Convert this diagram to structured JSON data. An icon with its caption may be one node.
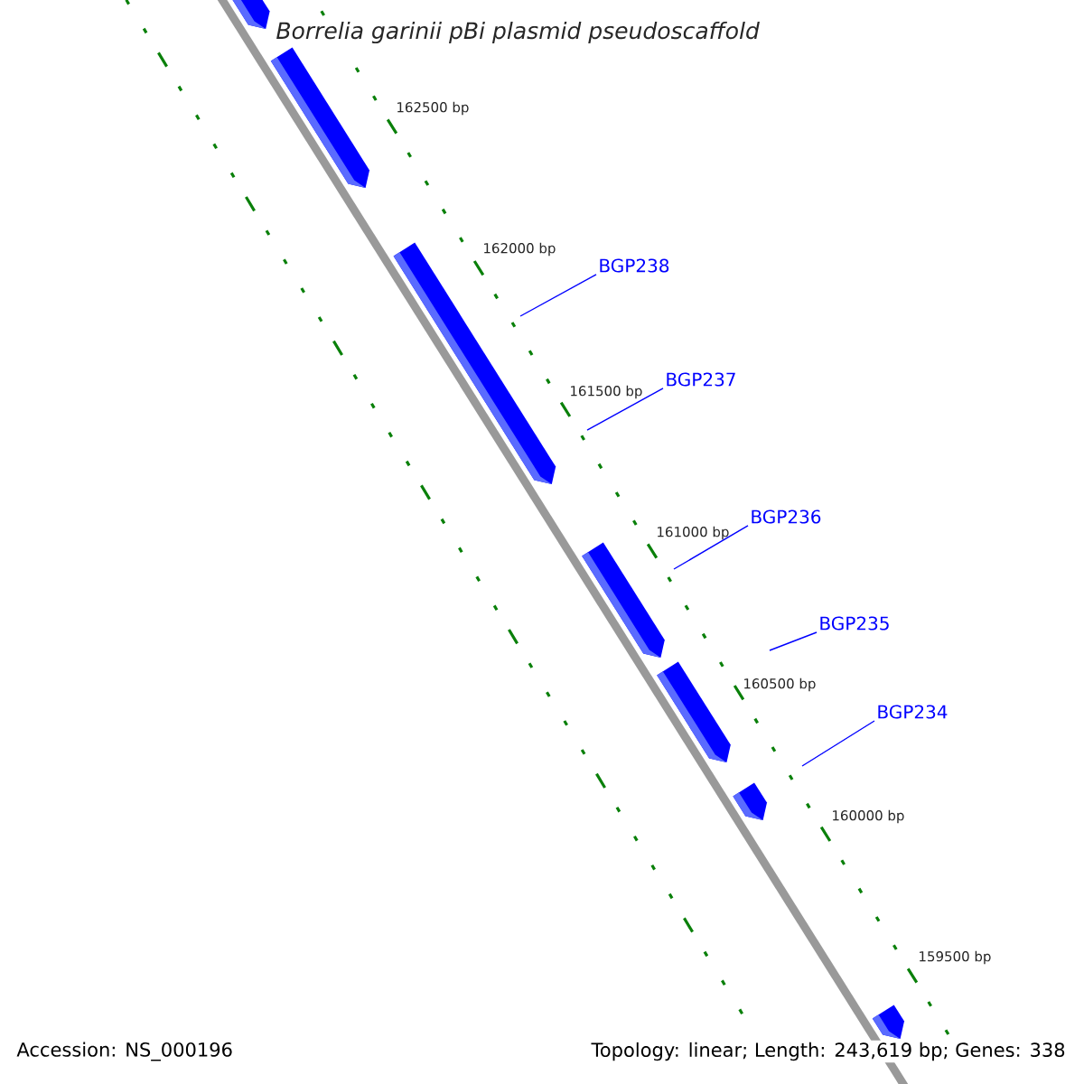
{
  "diagram": {
    "title": "Borrelia garinii pBi plasmid pseudoscaffold",
    "nodes": [
      {
        "text": [
          "BGP238"
        ]
      },
      {
        "text": [
          "BGP237"
        ]
      },
      {
        "text": [
          "BGP236"
        ]
      },
      {
        "text": [
          "BGP235"
        ]
      },
      {
        "text": [
          "BGP234"
        ]
      }
    ],
    "edges": [
      {
        "from": 0,
        "to": null,
        "arrow": "none"
      },
      {
        "from": 1,
        "to": null,
        "arrow": "none"
      },
      {
        "from": 2,
        "to": null,
        "arrow": "none"
      },
      {
        "from": 3,
        "to": null,
        "arrow": "none"
      },
      {
        "from": 4,
        "to": null,
        "arrow": "none"
      }
    ],
    "labels": [
      "162500 bp",
      "162000 bp",
      "161500 bp",
      "161000 bp",
      "160500 bp",
      "160000 bp",
      "159500 bp",
      "Accession: NS_000196",
      "Topology: linear; Length: 243,619 bp; Genes: 338"
    ]
  }
}
